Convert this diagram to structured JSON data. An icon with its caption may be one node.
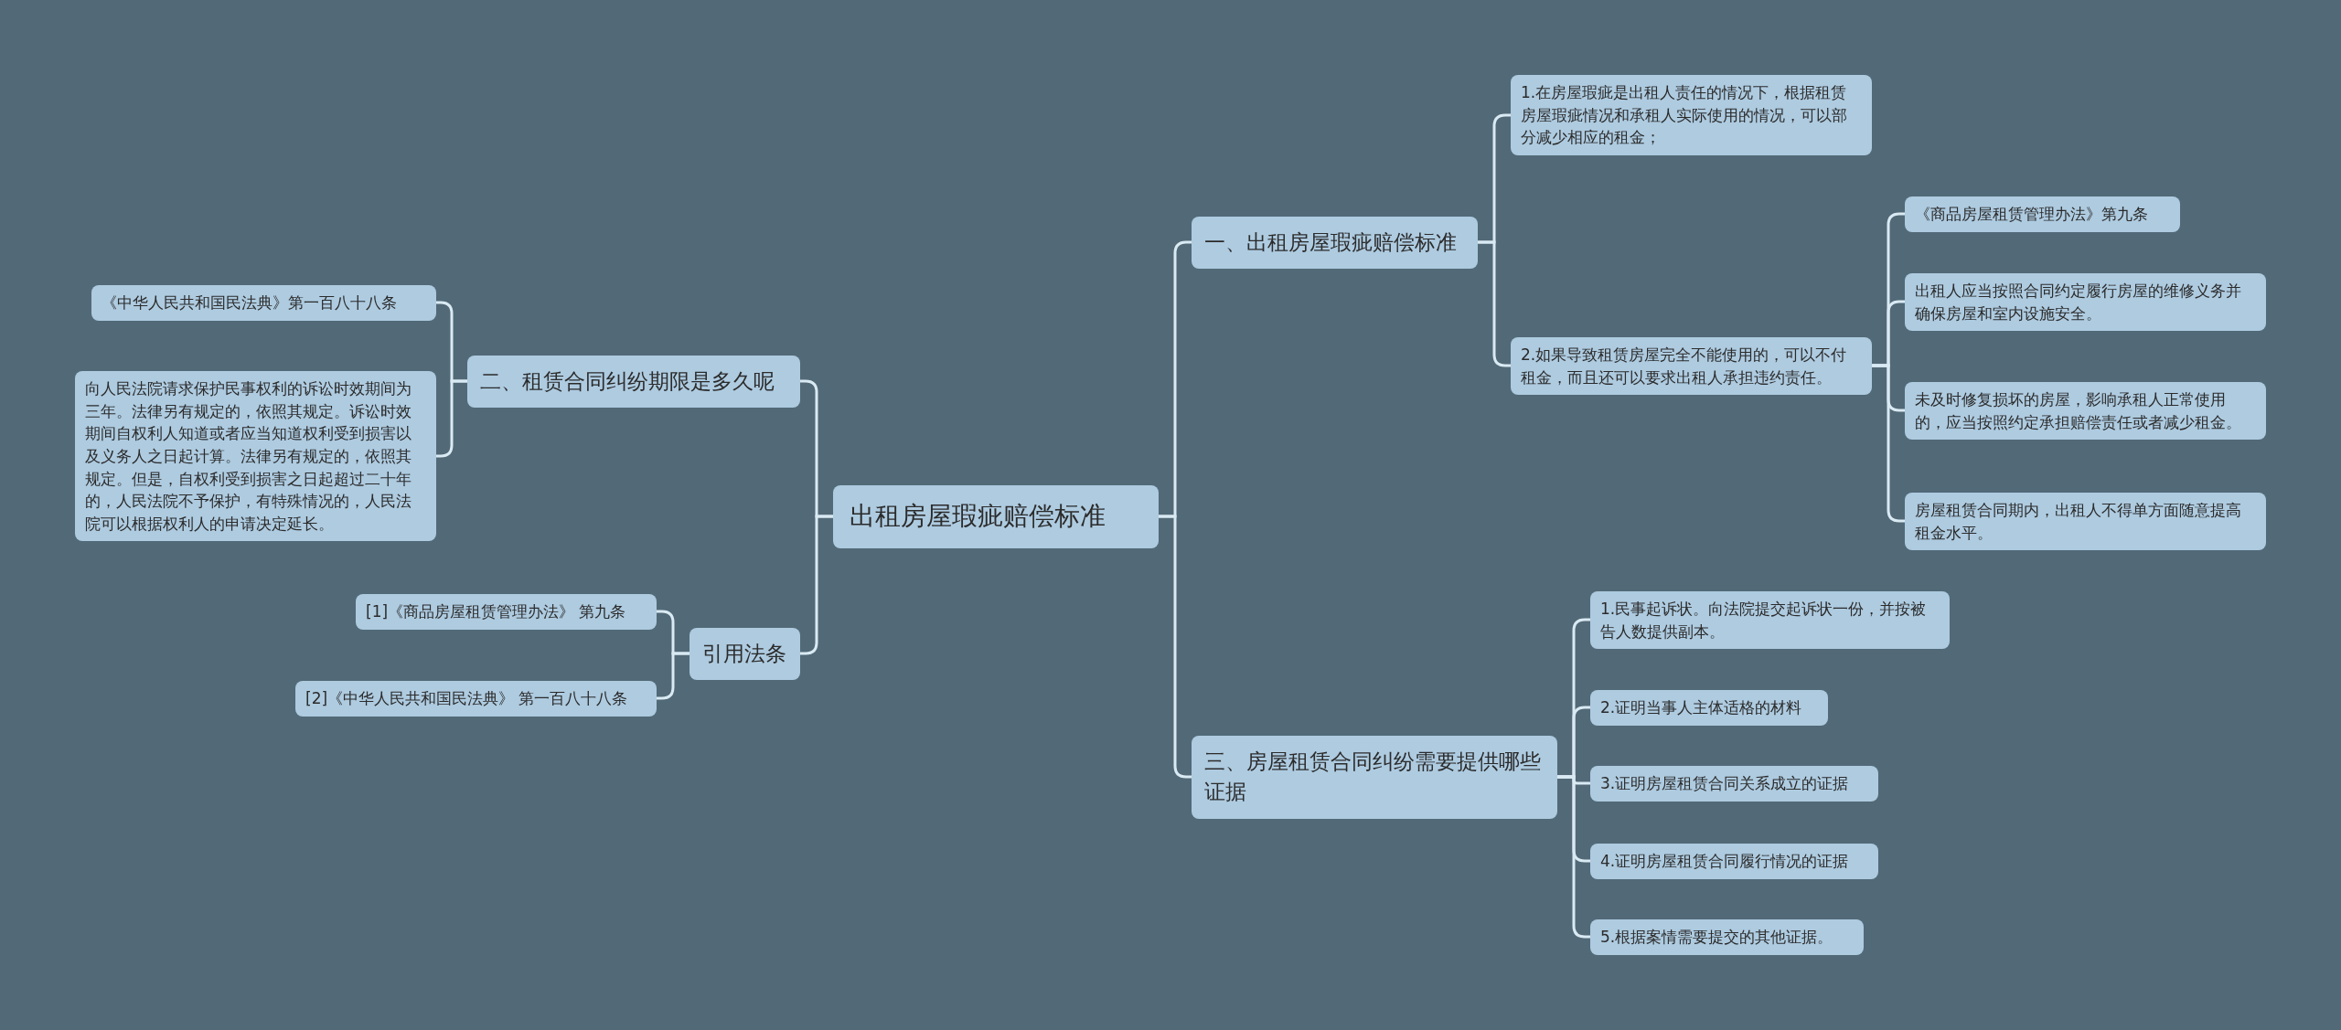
{
  "diagram": {
    "nodes": [
      {
        "text": [
          "出租房屋瑕疵赔偿标准"
        ]
      },
      {
        "text": [
          "一、出租房屋瑕疵赔偿标准"
        ]
      },
      {
        "text": [
          "1.在房屋瑕疵是出租人责任的情况下，根据租赁房屋瑕疵情况和承租人实际使用的情况，可以部分减少相应的租金；"
        ]
      },
      {
        "text": [
          "2.如果导致租赁房屋完全不能使用的，可以不付租金，而且还可以要求出租人承担违约责任。"
        ]
      },
      {
        "text": [
          "《商品房屋租赁管理办法》第九条"
        ]
      },
      {
        "text": [
          "出租人应当按照合同约定履行房屋的维修义务并确保房屋和室内设施安全。"
        ]
      },
      {
        "text": [
          "未及时修复损坏的房屋，影响承租人正常使用的，应当按照约定承担赔偿责任或者减少租金。"
        ]
      },
      {
        "text": [
          "房屋租赁合同期内，出租人不得单方面随意提高租金水平。"
        ]
      },
      {
        "text": [
          "三、房屋租赁合同纠纷需要提供哪些证据"
        ]
      },
      {
        "text": [
          "1.民事起诉状。向法院提交起诉状一份，并按被告人数提供副本。"
        ]
      },
      {
        "text": [
          "2.证明当事人主体适格的材料"
        ]
      },
      {
        "text": [
          "3.证明房屋租赁合同关系成立的证据"
        ]
      },
      {
        "text": [
          "4.证明房屋租赁合同履行情况的证据"
        ]
      },
      {
        "text": [
          "5.根据案情需要提交的其他证据。"
        ]
      },
      {
        "text": [
          "二、租赁合同纠纷期限是多久呢"
        ]
      },
      {
        "text": [
          "《中华人民共和国民法典》第一百八十八条"
        ]
      },
      {
        "text": [
          "向人民法院请求保护民事权利的诉讼时效期间为三年。法律另有规定的，依照其规定。诉讼时效期间自权利人知道或者应当知道权利受到损害以及义务人之日起计算。法律另有规定的，依照其规定。但是，自权利受到损害之日起超过二十年的，人民法院不予保护，有特殊情况的，人民法院可以根据权利人的申请决定延长。"
        ]
      },
      {
        "text": [
          "引用法条"
        ]
      },
      {
        "text": [
          "[1]《商品房屋租赁管理办法》 第九条"
        ]
      },
      {
        "text": [
          "[2]《中华人民共和国民法典》 第一百八十八条"
        ]
      }
    ],
    "edges": [
      {
        "from": 0,
        "to": 1,
        "arrow": "none"
      },
      {
        "from": 1,
        "to": 2,
        "arrow": "none"
      },
      {
        "from": 1,
        "to": 3,
        "arrow": "none"
      },
      {
        "from": 3,
        "to": 4,
        "arrow": "none"
      },
      {
        "from": 3,
        "to": 5,
        "arrow": "none"
      },
      {
        "from": 3,
        "to": 6,
        "arrow": "none"
      },
      {
        "from": 3,
        "to": 7,
        "arrow": "none"
      },
      {
        "from": 0,
        "to": 8,
        "arrow": "none"
      },
      {
        "from": 8,
        "to": 9,
        "arrow": "none"
      },
      {
        "from": 8,
        "to": 10,
        "arrow": "none"
      },
      {
        "from": 8,
        "to": 11,
        "arrow": "none"
      },
      {
        "from": 8,
        "to": 12,
        "arrow": "none"
      },
      {
        "from": 8,
        "to": 13,
        "arrow": "none"
      },
      {
        "from": 0,
        "to": 14,
        "arrow": "none"
      },
      {
        "from": 14,
        "to": 15,
        "arrow": "none"
      },
      {
        "from": 14,
        "to": 16,
        "arrow": "none"
      },
      {
        "from": 0,
        "to": 17,
        "arrow": "none"
      },
      {
        "from": 17,
        "to": 18,
        "arrow": "none"
      },
      {
        "from": 17,
        "to": 19,
        "arrow": "none"
      }
    ]
  }
}
